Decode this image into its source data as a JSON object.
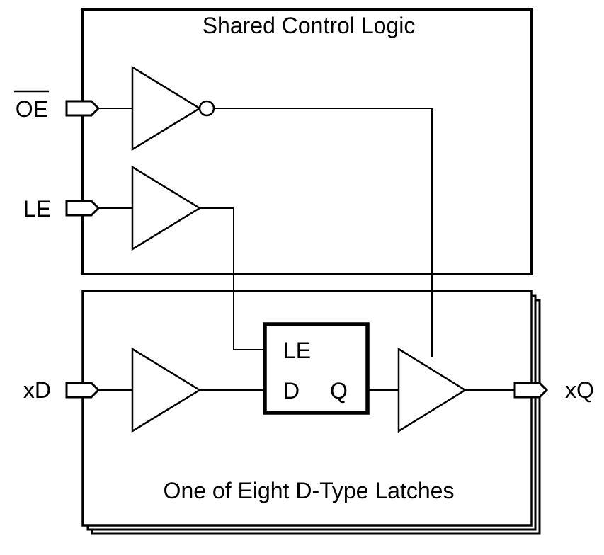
{
  "diagram": {
    "control_block": {
      "title": "Shared Control Logic"
    },
    "latch_block": {
      "title": "One of Eight D-Type Latches"
    },
    "pins": {
      "oe": "OE",
      "le": "LE",
      "xd": "xD",
      "xq": "xQ"
    },
    "latch": {
      "le": "LE",
      "d": "D",
      "q": "Q"
    }
  }
}
